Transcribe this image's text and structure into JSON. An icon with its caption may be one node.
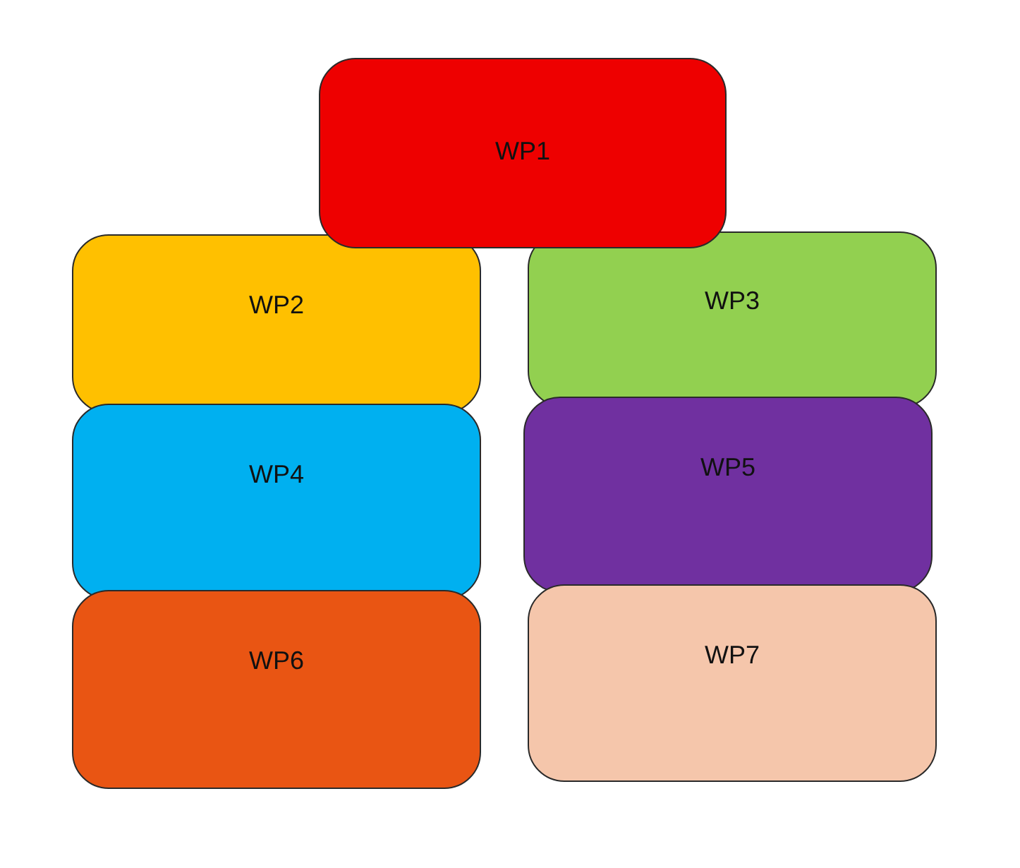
{
  "diagram": {
    "nodes": [
      {
        "text": [
          "WP1"
        ]
      },
      {
        "text": [
          "WP2"
        ]
      },
      {
        "text": [
          "WP3"
        ]
      },
      {
        "text": [
          "WP4"
        ]
      },
      {
        "text": [
          "WP5"
        ]
      },
      {
        "text": [
          "WP6"
        ]
      },
      {
        "text": [
          "WP7"
        ]
      }
    ]
  }
}
